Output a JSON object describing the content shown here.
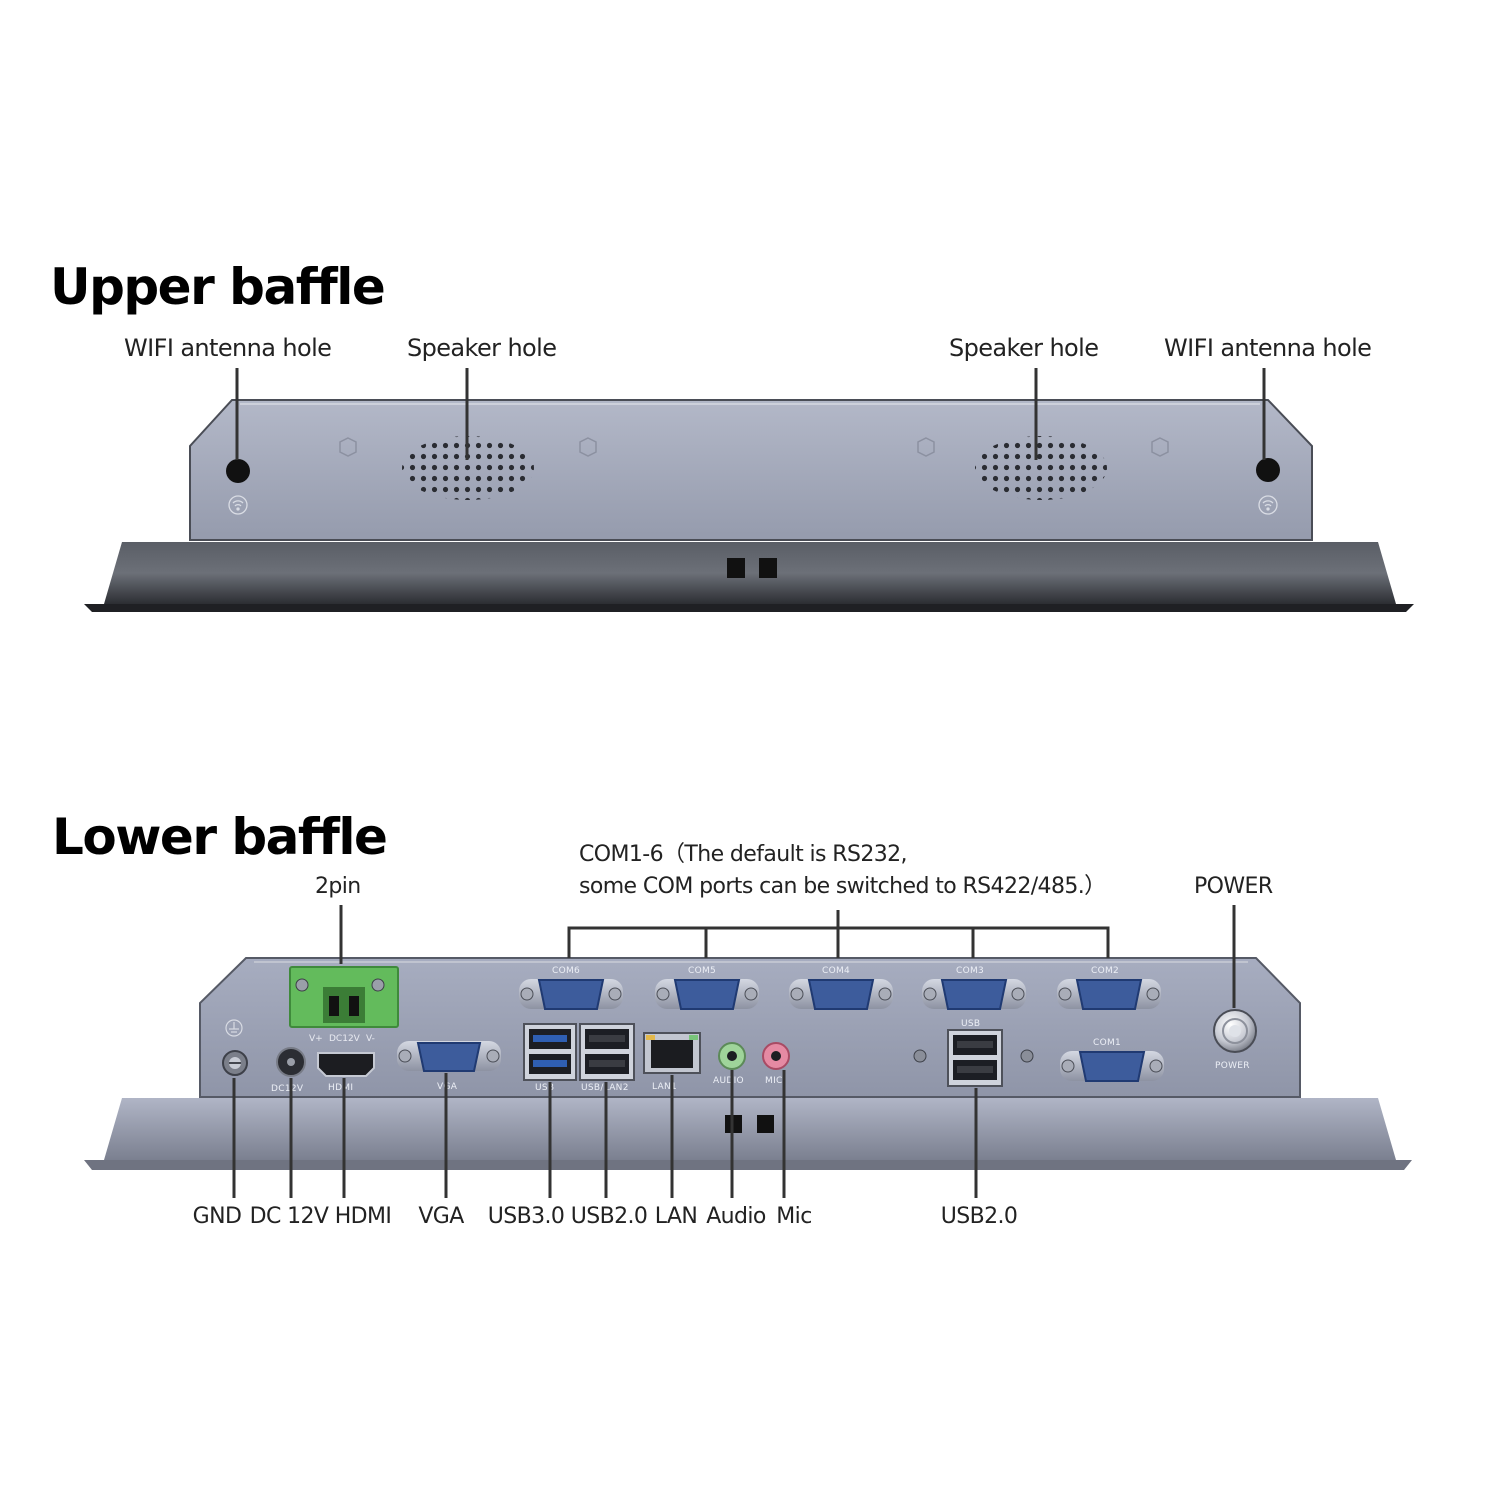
{
  "upper": {
    "title": "Upper baffle",
    "labels": {
      "wifi_left": "WIFI antenna hole",
      "speaker_left": "Speaker hole",
      "speaker_right": "Speaker hole",
      "wifi_right": "WIFI antenna hole"
    }
  },
  "lower": {
    "title": "Lower baffle",
    "top_labels": {
      "pin2": "2pin",
      "com_line1": "COM1-6（The default is RS232,",
      "com_line2": "some COM ports can be switched to RS422/485.）",
      "power": "POWER"
    },
    "bottom_labels": {
      "gnd": "GND",
      "dc12v": "DC 12V",
      "hdmi": "HDMI",
      "vga": "VGA",
      "usb30": "USB3.0",
      "usb20": "USB2.0",
      "lan": "LAN",
      "audio": "Audio",
      "mic": "Mic",
      "usb20_right": "USB2.0"
    },
    "panel_print": {
      "v_plus": "V+",
      "dc12v": "DC12V",
      "v_minus": "V-",
      "dc12v_port": "DC12V",
      "hdmi": "HDMI",
      "vga": "VGA",
      "usb": "USB",
      "usb_lan2": "USB/LAN2",
      "lan1": "LAN1",
      "audio": "AUDIO",
      "mic": "MIC",
      "usb_top": "USB",
      "com6": "COM6",
      "com5": "COM5",
      "com4": "COM4",
      "com3": "COM3",
      "com2": "COM2",
      "com1": "COM1",
      "power": "POWER"
    }
  },
  "colors": {
    "panel_fill": "#9ea4b6",
    "panel_dark": "#6f7484",
    "bezel": "#3c3f46",
    "com_blue": "#3d5c9c",
    "terminal_green": "#5fb85a",
    "audio_green": "#9fd49a",
    "mic_pink": "#e58aa3",
    "usb3_blue": "#2f5fb3",
    "leader": "#333333"
  }
}
